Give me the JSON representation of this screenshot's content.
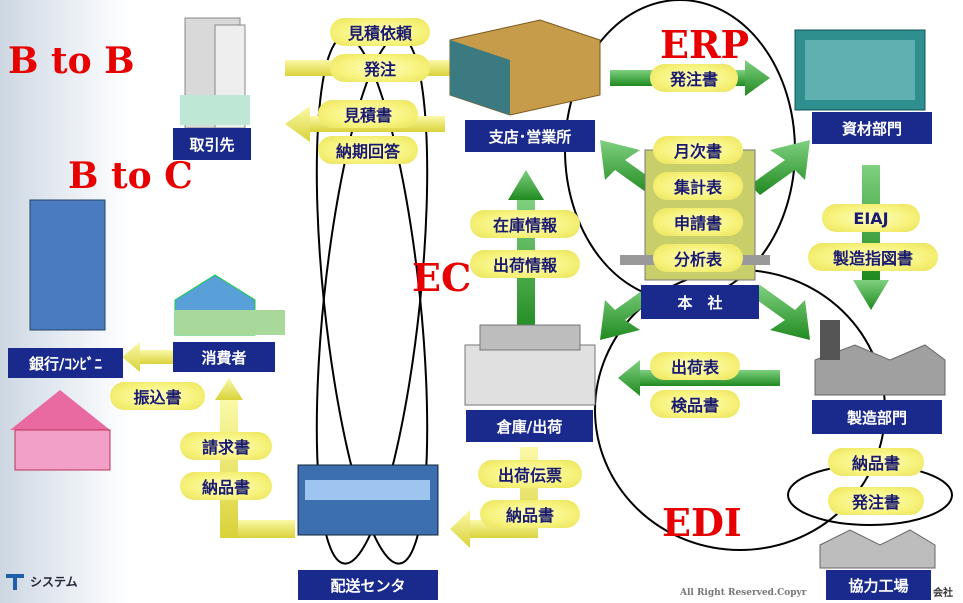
{
  "headings": {
    "btob": "B to B",
    "btoc": "B to C",
    "erp": "ERP",
    "ec": "EC",
    "edi": "EDI"
  },
  "nodes": {
    "torihikisaki": "取引先",
    "shiten": "支店･営業所",
    "shizai": "資材部門",
    "honsha": "本　社",
    "soko": "倉庫/出荷",
    "seizo": "製造部門",
    "kyoryoku": "協力工場",
    "haiso": "配送センタ",
    "shohisha": "消費者",
    "ginko": "銀行/ｺﾝﾋﾞﾆ"
  },
  "flows": {
    "mitsumori_irai": "見積依頼",
    "hatchu": "発注",
    "mitsumorisho": "見積書",
    "noki_kaito": "納期回答",
    "hatchusho_erp": "発注書",
    "getsujisho": "月次書",
    "shukeihyo": "集計表",
    "shinseisho": "申請書",
    "bunsekihyo": "分析表",
    "zaiko_joho": "在庫情報",
    "shukka_joho": "出荷情報",
    "eiaj": "EIAJ",
    "seizo_shizu": "製造指図書",
    "shukkahyo": "出荷表",
    "kenpinsho": "検品書",
    "nohinsho_edi": "納品書",
    "hatchusho_edi": "発注書",
    "shukka_denpyo": "出荷伝票",
    "nohinsho_haiso": "納品書",
    "seikyusho": "請求書",
    "nohinsho_c": "納品書",
    "furikomisho": "振込書"
  },
  "footer": {
    "copyright": "All Right Reserved.Copyr",
    "suffix": "会社",
    "logo_text": "システム"
  },
  "colors": {
    "label_bg": "#1a2a8c",
    "arrow_green": "#2f9e2f",
    "arrow_yellow": "#e6e24d",
    "heading_red": "#e60000"
  }
}
